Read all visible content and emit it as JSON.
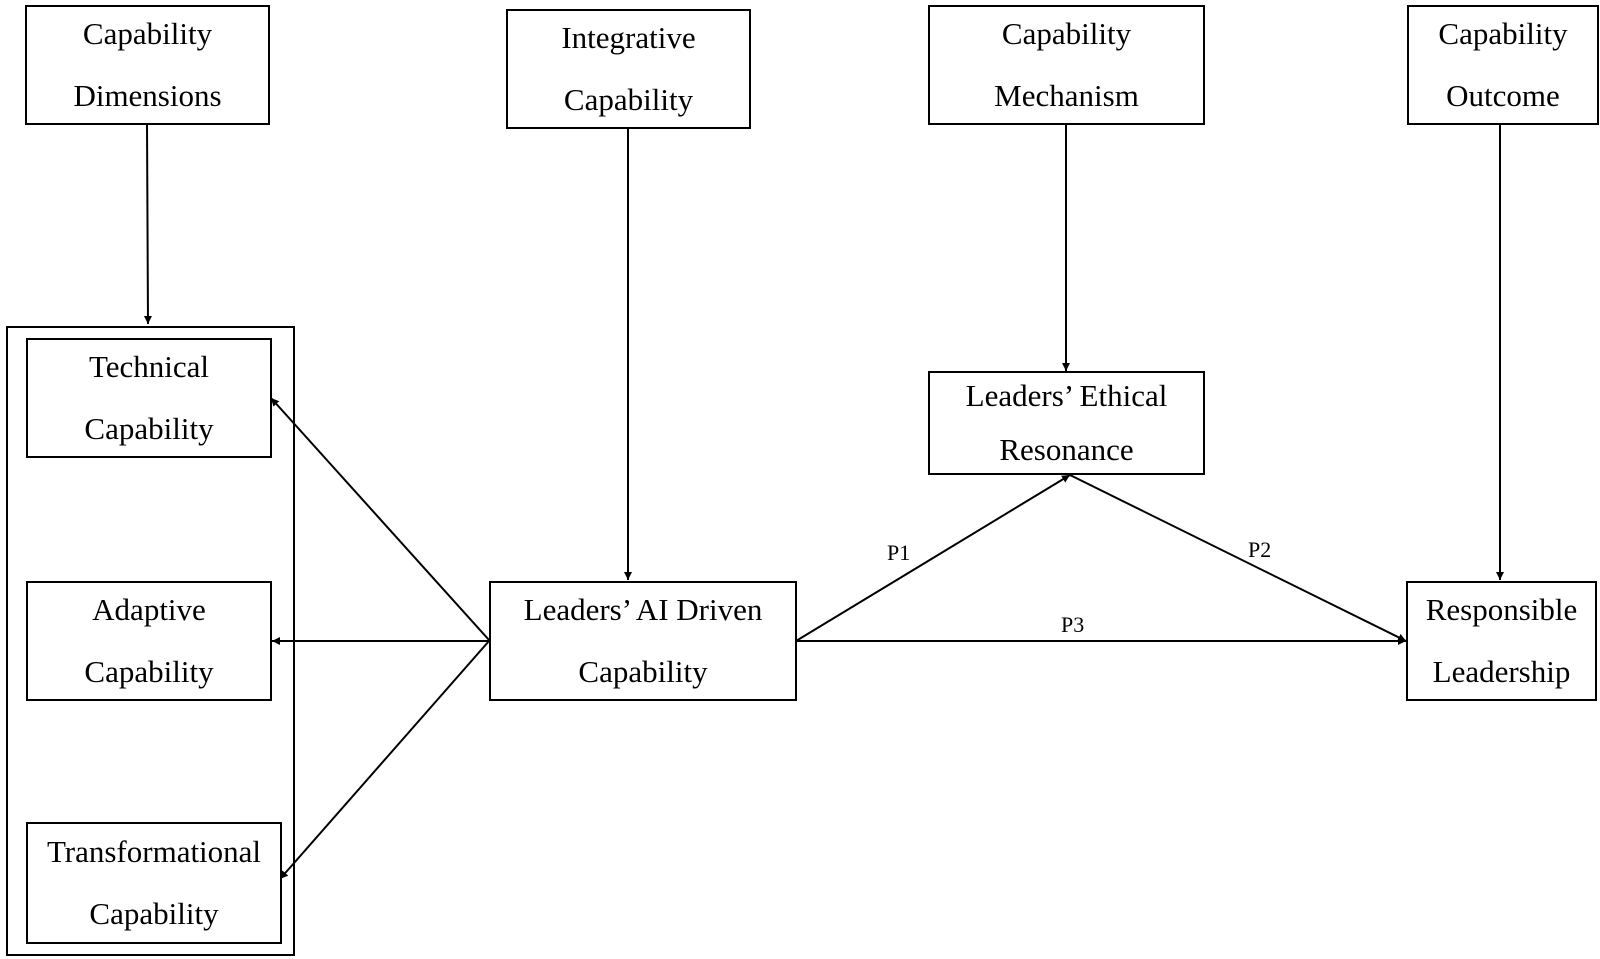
{
  "header_nodes": {
    "dimensions": {
      "line1": "Capability",
      "line2": "Dimensions"
    },
    "integrative": {
      "line1": "Integrative",
      "line2": "Capability"
    },
    "mechanism": {
      "line1": "Capability",
      "line2": "Mechanism"
    },
    "outcome": {
      "line1": "Capability",
      "line2": "Outcome"
    }
  },
  "dimension_nodes": {
    "technical": {
      "line1": "Technical",
      "line2": "Capability"
    },
    "adaptive": {
      "line1": "Adaptive",
      "line2": "Capability"
    },
    "transformational": {
      "line1": "Transformational",
      "line2": "Capability"
    }
  },
  "core_nodes": {
    "ai_capability": {
      "line1": "Leaders’ AI Driven",
      "line2": "Capability"
    },
    "ethical_resonance": {
      "line1": "Leaders’ Ethical",
      "line2": "Resonance"
    },
    "responsible_leadership": {
      "line1": "Responsible",
      "line2": "Leadership"
    }
  },
  "edge_labels": {
    "p1": "P1",
    "p2": "P2",
    "p3": "P3"
  }
}
